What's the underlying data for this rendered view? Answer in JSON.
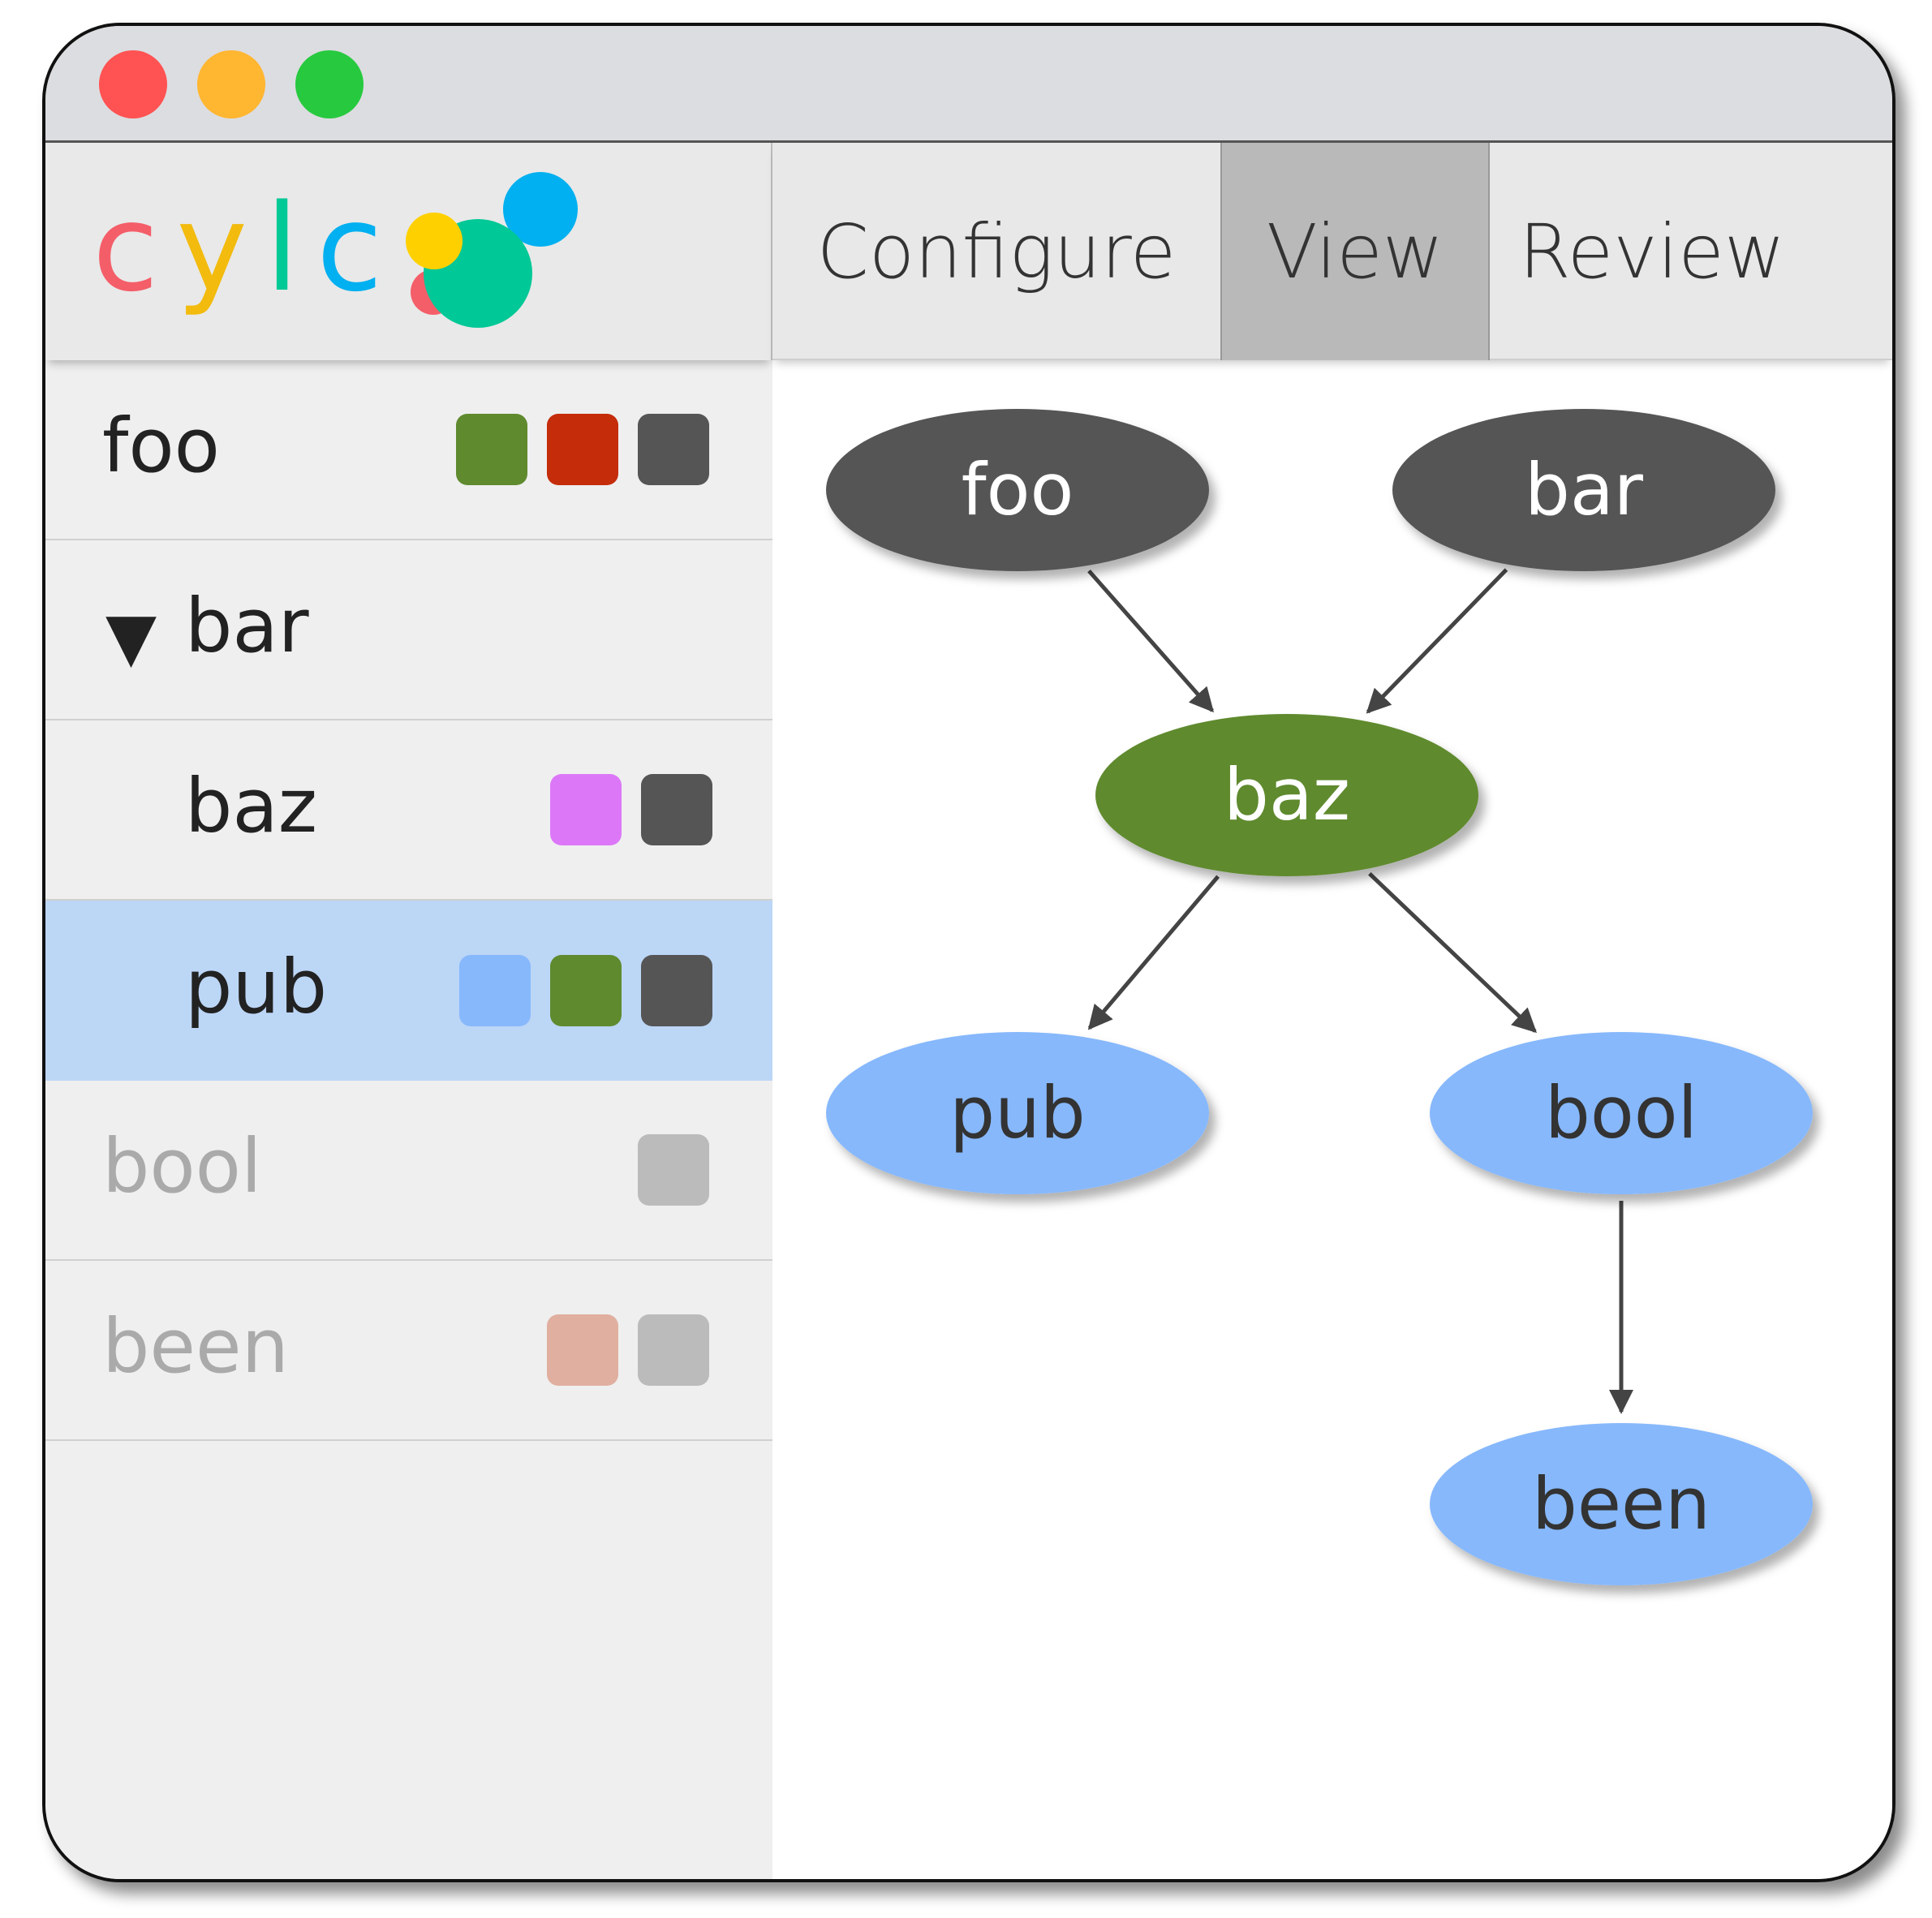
{
  "app": {
    "logo_letters": [
      "c",
      "y",
      "l",
      "c"
    ],
    "logo_colors": [
      "#f45e69",
      "#f2bb0e",
      "#00c896",
      "#00b0f0"
    ]
  },
  "tabs": [
    {
      "label": "Configure",
      "active": false
    },
    {
      "label": "View",
      "active": true
    },
    {
      "label": "Review",
      "active": false
    }
  ],
  "sidebar": {
    "items": [
      {
        "label": "foo",
        "indent": 0,
        "expanded": null,
        "selected": false,
        "dim": false,
        "badges": [
          "#5f8a2e",
          "#c42c0a",
          "#555555"
        ]
      },
      {
        "label": "bar",
        "indent": 0,
        "expanded": true,
        "selected": false,
        "dim": false,
        "badges": []
      },
      {
        "label": "baz",
        "indent": 1,
        "expanded": null,
        "selected": false,
        "dim": false,
        "badges": [
          "#dc78f8",
          "#555555"
        ]
      },
      {
        "label": "pub",
        "indent": 1,
        "expanded": null,
        "selected": true,
        "dim": false,
        "badges": [
          "#87b8fc",
          "#5f8a2e",
          "#555555"
        ]
      },
      {
        "label": "bool",
        "indent": 0,
        "expanded": null,
        "selected": false,
        "dim": true,
        "badges": [
          "#bbbbbb"
        ]
      },
      {
        "label": "been",
        "indent": 0,
        "expanded": null,
        "selected": false,
        "dim": true,
        "badges": [
          "#e0afa0",
          "#bbbbbb"
        ]
      }
    ]
  },
  "graph": {
    "nodes": [
      {
        "id": "foo",
        "label": "foo",
        "color": "#555555",
        "text_color": "#ffffff"
      },
      {
        "id": "bar",
        "label": "bar",
        "color": "#555555",
        "text_color": "#ffffff"
      },
      {
        "id": "baz",
        "label": "baz",
        "color": "#5f8a2e",
        "text_color": "#ffffff"
      },
      {
        "id": "pub",
        "label": "pub",
        "color": "#87b8fc",
        "text_color": "#333333"
      },
      {
        "id": "bool",
        "label": "bool",
        "color": "#87b8fc",
        "text_color": "#333333"
      },
      {
        "id": "been",
        "label": "been",
        "color": "#87b8fc",
        "text_color": "#333333"
      }
    ],
    "edges": [
      {
        "from": "foo",
        "to": "baz"
      },
      {
        "from": "bar",
        "to": "baz"
      },
      {
        "from": "baz",
        "to": "pub"
      },
      {
        "from": "baz",
        "to": "bool"
      },
      {
        "from": "bool",
        "to": "been"
      }
    ]
  }
}
